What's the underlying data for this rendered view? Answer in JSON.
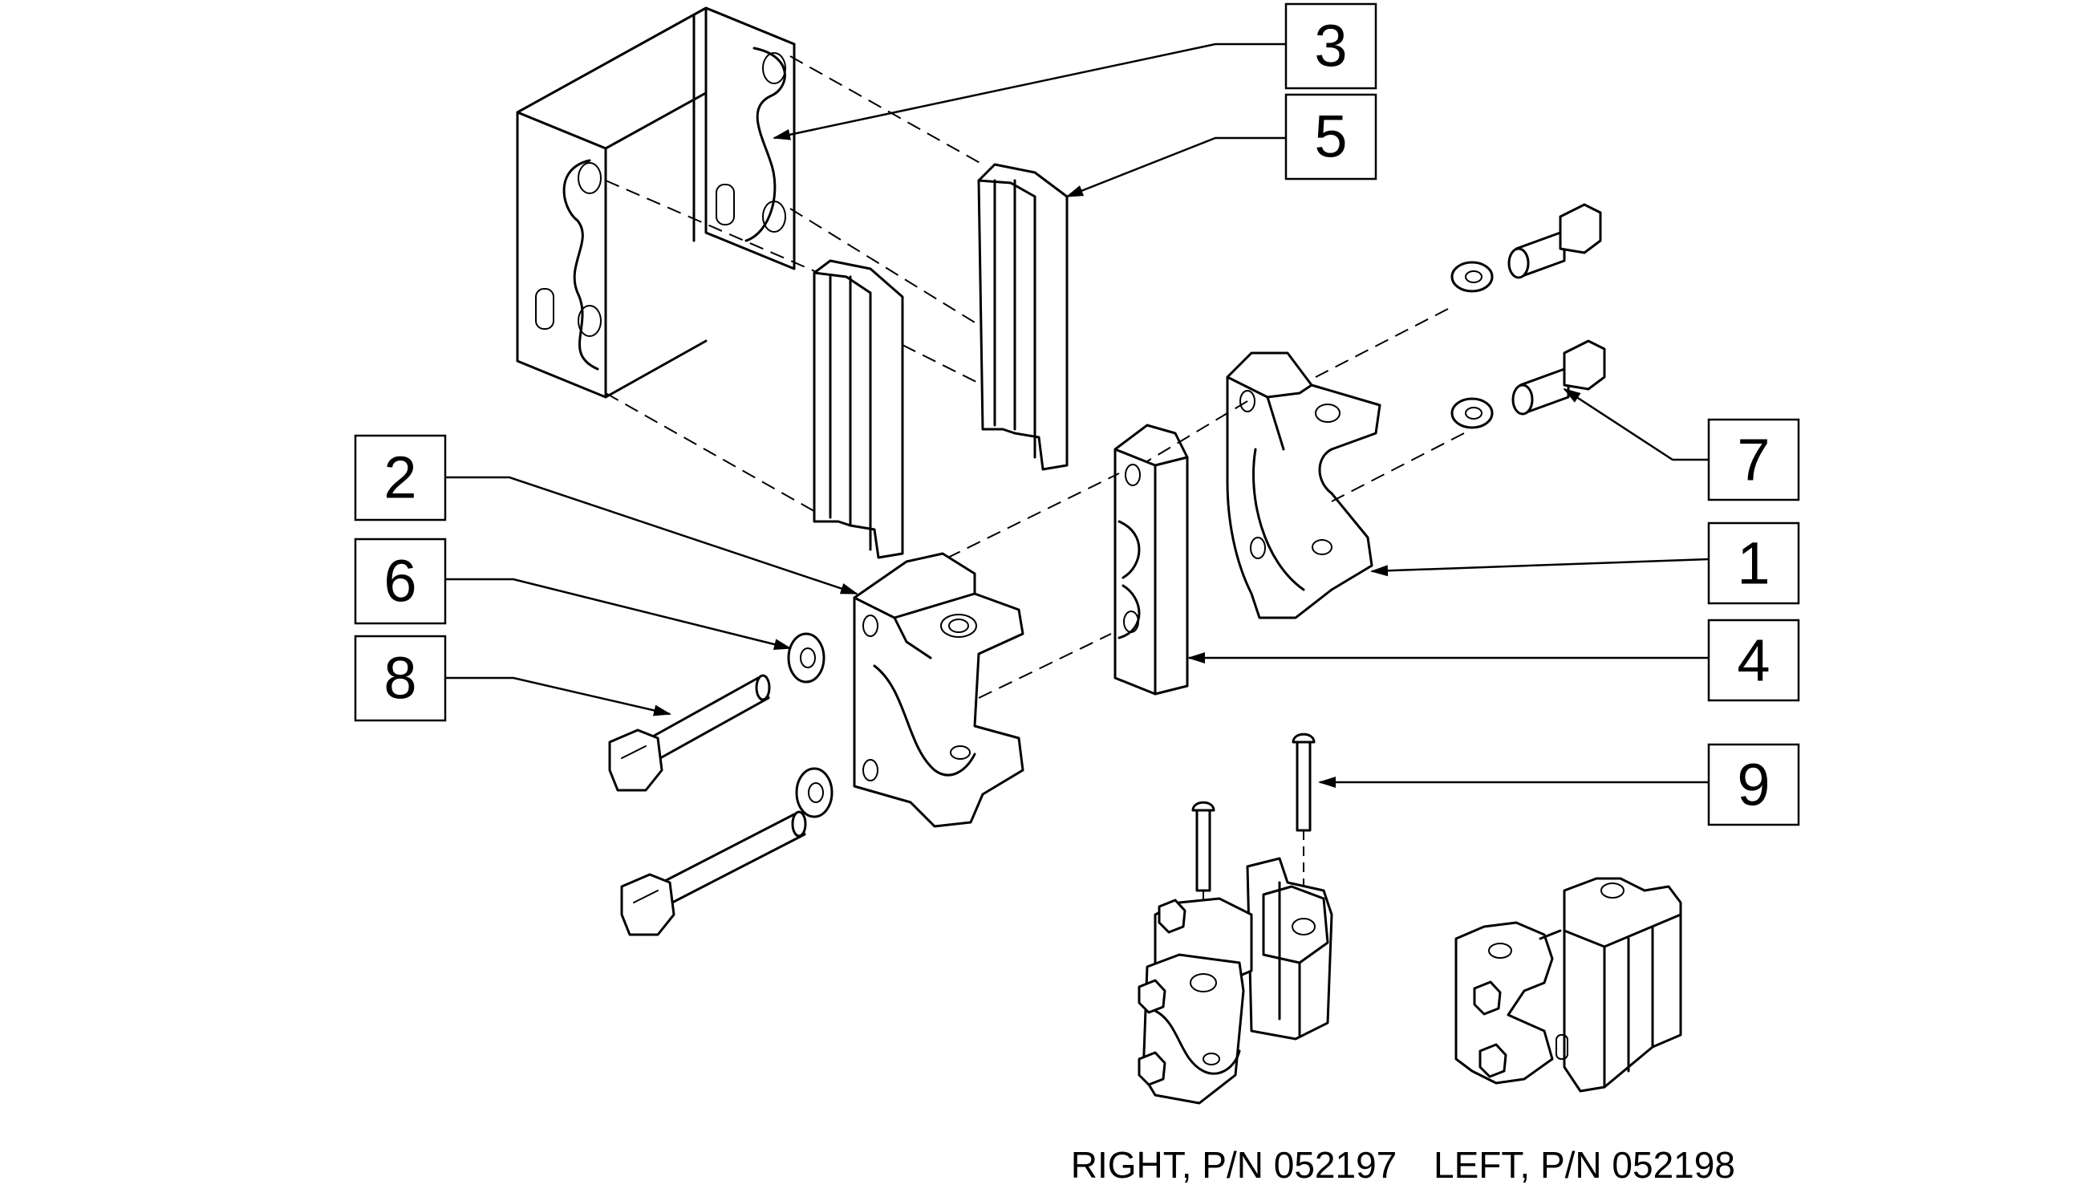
{
  "callouts": [
    {
      "number": "3",
      "part": "bracket"
    },
    {
      "number": "5",
      "part": "pin-retainer"
    },
    {
      "number": "2",
      "part": "clamp-block-front"
    },
    {
      "number": "6",
      "part": "washer"
    },
    {
      "number": "8",
      "part": "long-hex-bolt"
    },
    {
      "number": "7",
      "part": "short-hex-bolt"
    },
    {
      "number": "1",
      "part": "clamp-block-rear"
    },
    {
      "number": "4",
      "part": "spacer-plate"
    },
    {
      "number": "9",
      "part": "screw"
    }
  ],
  "captions": {
    "right": "RIGHT, P/N 052197",
    "left": "LEFT, P/N 052198"
  },
  "colors": {
    "stroke": "#000000",
    "background": "#ffffff"
  }
}
